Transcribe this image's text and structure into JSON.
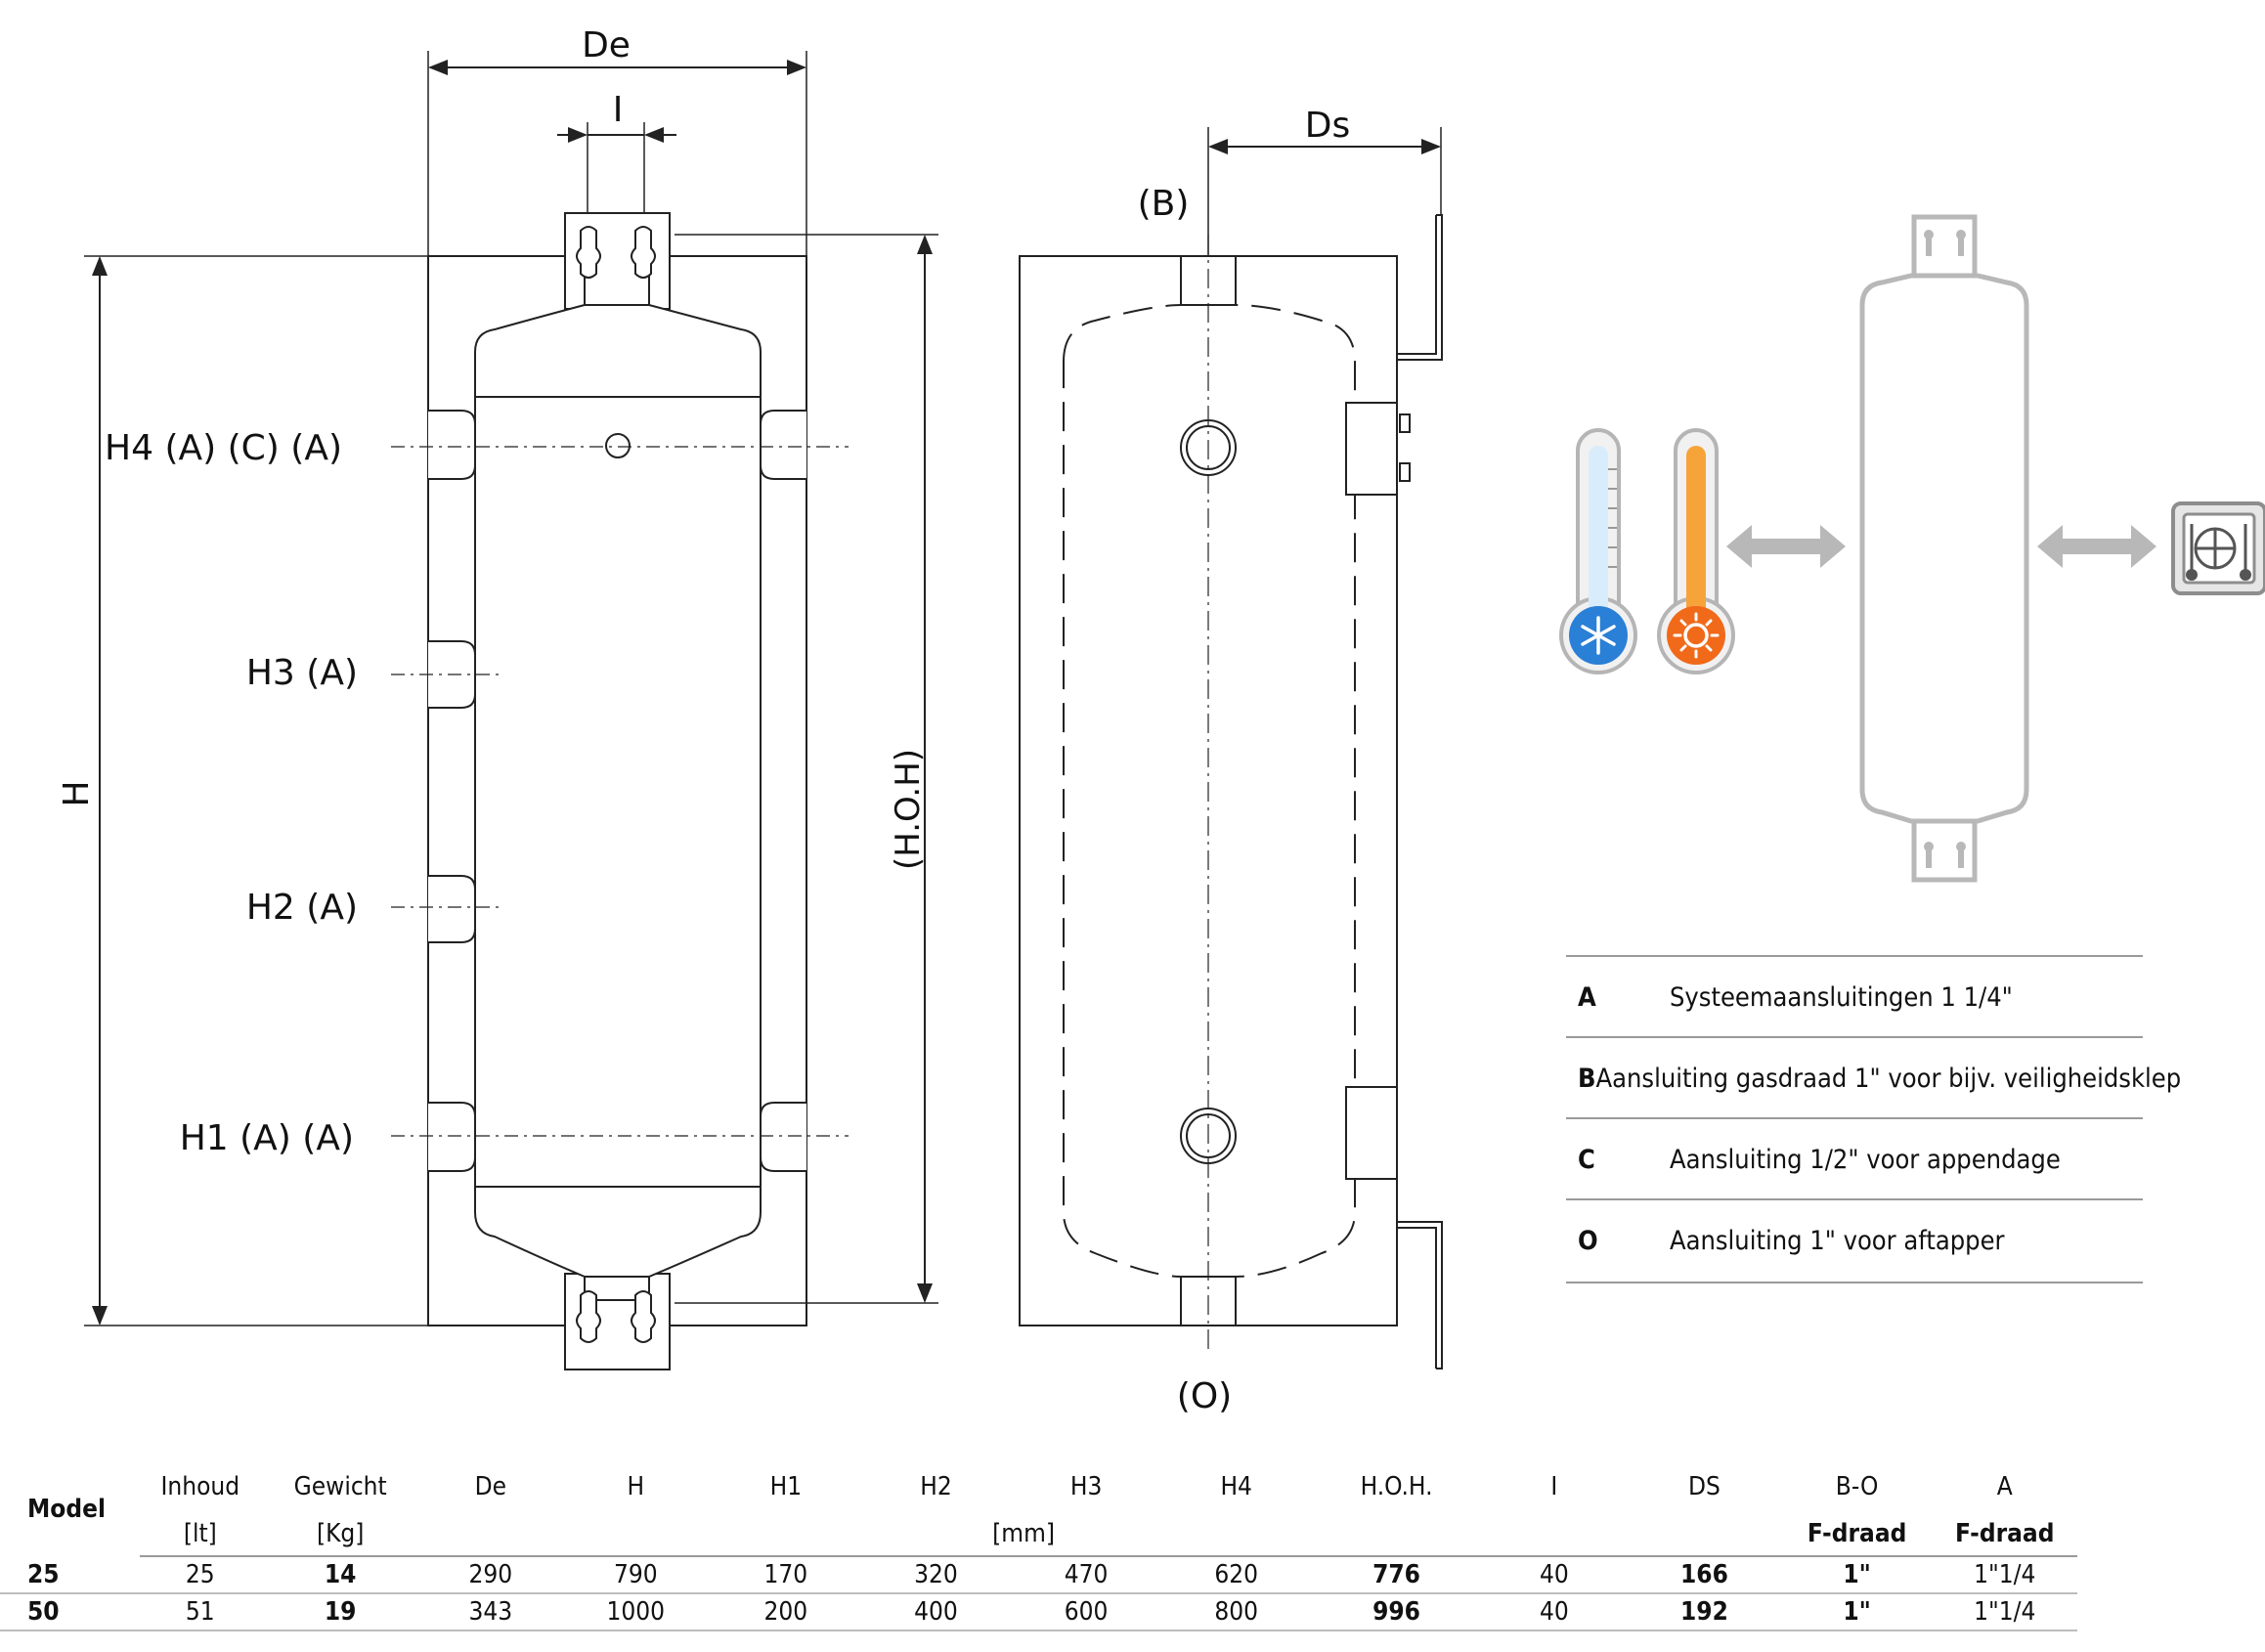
{
  "dimensions": {
    "De": "De",
    "I": "I",
    "Ds": "Ds",
    "H": "H",
    "HOH": "(H.O.H)",
    "B": "(B)",
    "O": "(O)"
  },
  "connections": {
    "h4": "H4 (A) (C) (A)",
    "h3": "H3 (A)",
    "h2": "H2 (A)",
    "h1": "H1 (A) (A)"
  },
  "legend": [
    {
      "key": "A",
      "text": "Systeemaansluitingen 1 1/4\""
    },
    {
      "key": "B",
      "text": "Aansluiting gasdraad  1\" voor bijv. veiligheidsklep"
    },
    {
      "key": "C",
      "text": "Aansluiting 1/2\" voor appendage"
    },
    {
      "key": "O",
      "text": " Aansluiting 1\" voor aftapper"
    }
  ],
  "icons": [
    "cold-thermometer-icon",
    "hot-thermometer-icon",
    "bidirectional-arrow-icon",
    "buffer-tank-icon",
    "heat-pump-icon"
  ],
  "colors": {
    "cold": "#2a7fd6",
    "hot": "#f06a1a",
    "grey": "#b8b8b8",
    "line": "#222222"
  },
  "table": {
    "headers": {
      "model": "Model",
      "inhoud": "Inhoud",
      "gewicht": "Gewicht",
      "de": "De",
      "h": "H",
      "h1": "H1",
      "h2": "H2",
      "h3": "H3",
      "h4": "H4",
      "hoh": "H.O.H.",
      "i": "I",
      "ds": "DS",
      "bo": "B-O",
      "a": "A"
    },
    "units": {
      "inhoud": "[lt]",
      "gewicht": "[Kg]",
      "mm": "[mm]",
      "bo": "F-draad",
      "a": "F-draad"
    },
    "rows": [
      {
        "model": "25",
        "inhoud": "25",
        "gewicht": "14",
        "de": "290",
        "h": "790",
        "h1": "170",
        "h2": "320",
        "h3": "470",
        "h4": "620",
        "hoh": "776",
        "i": "40",
        "ds": "166",
        "bo": "1\"",
        "a": "1\"1/4"
      },
      {
        "model": "50",
        "inhoud": "51",
        "gewicht": "19",
        "de": "343",
        "h": "1000",
        "h1": "200",
        "h2": "400",
        "h3": "600",
        "h4": "800",
        "hoh": "996",
        "i": "40",
        "ds": "192",
        "bo": "1\"",
        "a": "1\"1/4"
      }
    ]
  }
}
